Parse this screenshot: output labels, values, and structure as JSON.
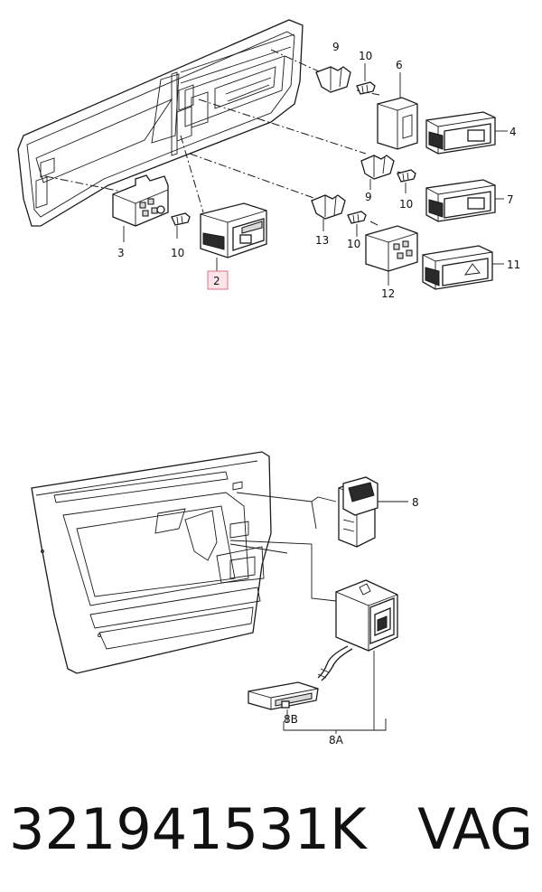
{
  "upper": {
    "callouts": {
      "c2": "2",
      "c3": "3",
      "c4": "4",
      "c6": "6",
      "c7": "7",
      "c9a": "9",
      "c9b": "9",
      "c10a": "10",
      "c10b": "10",
      "c10c": "10",
      "c10d": "10",
      "c11": "11",
      "c12": "12",
      "c13": "13"
    }
  },
  "lower": {
    "callouts": {
      "c8": "8",
      "c8a": "8A",
      "c8b": "8B"
    }
  },
  "footer": {
    "part_number": "321941531K",
    "brand": "VAG"
  },
  "colors": {
    "line": "#1a1a1a",
    "highlight": "#e07080",
    "highlight_fill": "#fce4e8"
  }
}
